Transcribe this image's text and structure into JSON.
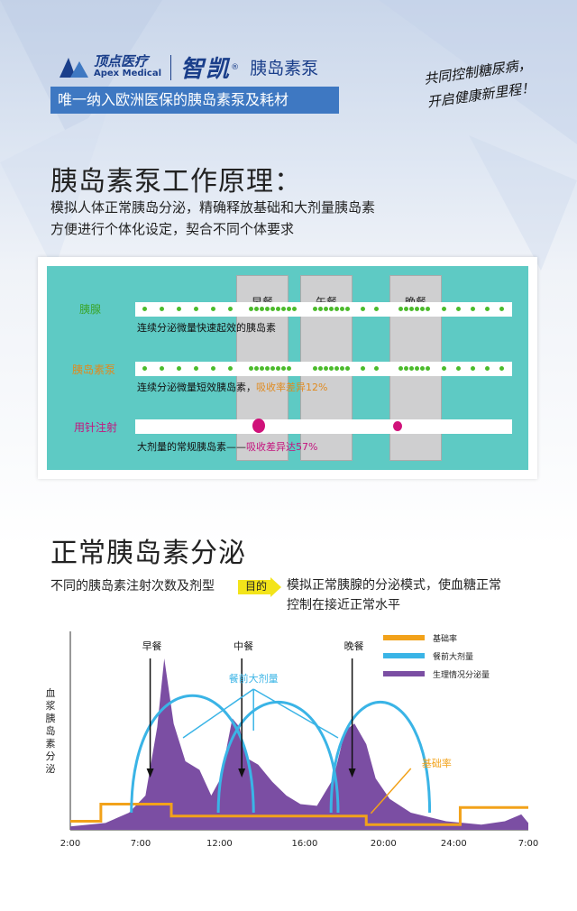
{
  "header": {
    "logo_cn": "顶点医疗",
    "logo_en": "Apex Medical",
    "brand": "智凯",
    "brand_reg": "®",
    "product": "胰岛素泵",
    "banner": "唯一纳入欧洲医保的胰岛素泵及耗材",
    "slogan_line1": "共同控制糖尿病，",
    "slogan_line2": "开启健康新里程！"
  },
  "section1": {
    "title": "胰岛素泵工作原理：",
    "desc_line1": "模拟人体正常胰岛分泌，精确释放基础和大剂量胰岛素",
    "desc_line2": "方便进行个体化设定，契合不同个体要求"
  },
  "diagram": {
    "meals": [
      "早餐",
      "午餐",
      "晚餐"
    ],
    "rows": [
      {
        "label": "胰腺",
        "label_color": "#3aa52c",
        "caption": "连续分泌微量快速起效的胰岛素",
        "caption_extra": ""
      },
      {
        "label": "胰岛素泵",
        "label_color": "#e08a1e",
        "caption": "连续分泌微量短效胰岛素，",
        "caption_extra": "吸收率差异12%"
      },
      {
        "label": "用针注射",
        "label_color": "#c4147e",
        "caption": "大剂量的常规胰岛素——",
        "caption_extra": "吸收差异达57%"
      }
    ],
    "colors": {
      "panel": "#5ecac4",
      "meal": "#cfcfd0",
      "dot": "#4cbb2c",
      "blob": "#d0127a",
      "extra2": "#e08a1e",
      "extra3": "#c4147e"
    }
  },
  "section2": {
    "title": "正常胰岛素分泌",
    "desc_line1": "不同的胰岛素注射次数及剂型",
    "badge": "目的",
    "desc_line2": "模拟正常胰腺的分泌模式，使血糖正常",
    "desc_line3": "控制在接近正常水平"
  },
  "chart_data": {
    "type": "area",
    "title": "",
    "ylabel": "血浆胰岛素分泌",
    "xlabel": "",
    "x_ticks": [
      "2:00",
      "7:00",
      "12:00",
      "16:00",
      "20:00",
      "24:00",
      "7:00"
    ],
    "meal_labels": [
      "早餐",
      "中餐",
      "晚餐"
    ],
    "annotation_bolus": "餐前大剂量",
    "annotation_basal": "基础率",
    "legend": [
      {
        "name": "基础率",
        "color": "#f2a21a"
      },
      {
        "name": "餐前大剂量",
        "color": "#3ab4e6"
      },
      {
        "name": "生理情况分泌量",
        "color": "#7b4ea3"
      }
    ],
    "legend_position": "top-right",
    "series": [
      {
        "name": "基础率",
        "points": [
          [
            0,
            0.05
          ],
          [
            1.3,
            0.05
          ],
          [
            1.3,
            0.15
          ],
          [
            4.3,
            0.15
          ],
          [
            4.3,
            0.08
          ],
          [
            12.6,
            0.08
          ],
          [
            12.6,
            0.03
          ],
          [
            16.6,
            0.03
          ],
          [
            16.6,
            0.13
          ],
          [
            19.5,
            0.13
          ]
        ]
      },
      {
        "name": "餐前大剂量",
        "arcs": [
          [
            2.6,
            7.8,
            0.8
          ],
          [
            6.3,
            11.4,
            0.75
          ],
          [
            11.1,
            15.3,
            0.75
          ]
        ]
      },
      {
        "name": "生理情况分泌量",
        "points": [
          [
            0,
            0.02
          ],
          [
            1.5,
            0.04
          ],
          [
            2.5,
            0.1
          ],
          [
            3.2,
            0.2
          ],
          [
            3.7,
            0.6
          ],
          [
            4.0,
            1.0
          ],
          [
            4.4,
            0.62
          ],
          [
            4.9,
            0.4
          ],
          [
            5.5,
            0.35
          ],
          [
            6.0,
            0.2
          ],
          [
            6.4,
            0.3
          ],
          [
            6.9,
            0.65
          ],
          [
            7.2,
            0.6
          ],
          [
            7.5,
            0.42
          ],
          [
            8.0,
            0.38
          ],
          [
            8.6,
            0.28
          ],
          [
            9.2,
            0.2
          ],
          [
            9.8,
            0.15
          ],
          [
            10.5,
            0.14
          ],
          [
            11.2,
            0.3
          ],
          [
            11.7,
            0.58
          ],
          [
            12.1,
            0.62
          ],
          [
            12.6,
            0.5
          ],
          [
            13.0,
            0.3
          ],
          [
            13.6,
            0.18
          ],
          [
            14.5,
            0.1
          ],
          [
            16.0,
            0.05
          ],
          [
            17.5,
            0.03
          ],
          [
            18.5,
            0.05
          ],
          [
            19.2,
            0.09
          ],
          [
            19.5,
            0.04
          ]
        ]
      }
    ]
  }
}
